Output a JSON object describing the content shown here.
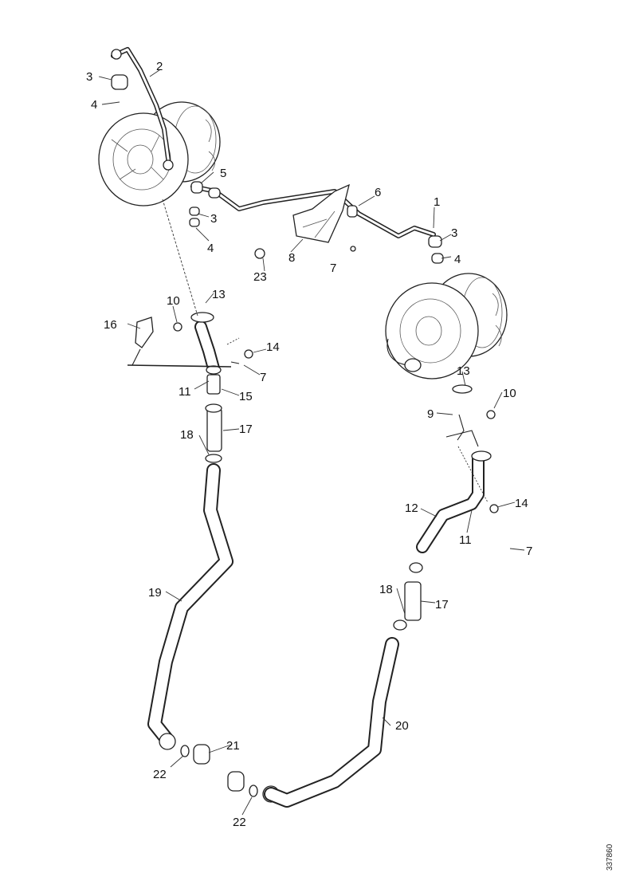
{
  "callouts": {
    "c1": "1",
    "c2": "2",
    "c3a": "3",
    "c3b": "3",
    "c3c": "3",
    "c4a": "4",
    "c4b": "4",
    "c4c": "4",
    "c5": "5",
    "c6": "6",
    "c7a": "7",
    "c7b": "7",
    "c7c": "7",
    "c8": "8",
    "c9": "9",
    "c10a": "10",
    "c10b": "10",
    "c11a": "11",
    "c11b": "11",
    "c12": "12",
    "c13a": "13",
    "c13b": "13",
    "c14a": "14",
    "c14b": "14",
    "c15": "15",
    "c16": "16",
    "c17a": "17",
    "c17b": "17",
    "c18a": "18",
    "c18b": "18",
    "c19": "19",
    "c20": "20",
    "c21": "21",
    "c22a": "22",
    "c22b": "22",
    "c23": "23"
  },
  "reference_number": "337860",
  "colors": {
    "ink": "#222222",
    "paper": "#ffffff"
  }
}
